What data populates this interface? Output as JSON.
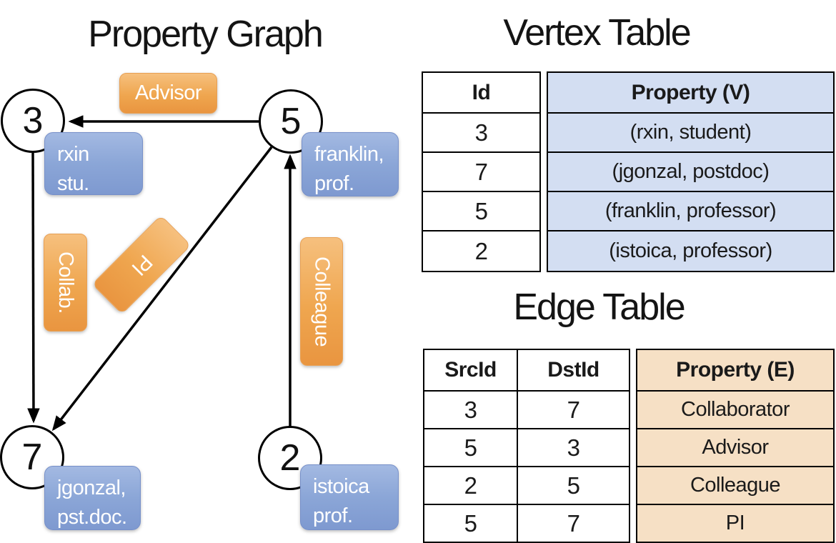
{
  "titles": {
    "property_graph": "Property Graph",
    "vertex_table": "Vertex Table",
    "edge_table": "Edge Table"
  },
  "colors": {
    "edge_label_fill": "#EFA64F",
    "vertex_label_fill": "#8BA6D7",
    "vertex_property_cell_bg": "#D3DEF2",
    "edge_property_cell_bg": "#F6E0C5",
    "line_color": "#000000"
  },
  "graph": {
    "nodes": [
      {
        "id": "3"
      },
      {
        "id": "5"
      },
      {
        "id": "7"
      },
      {
        "id": "2"
      }
    ],
    "vertex_labels": [
      {
        "line1": "rxin",
        "line2": "stu."
      },
      {
        "line1": "franklin,",
        "line2": "prof."
      },
      {
        "line1": "jgonzal,",
        "line2": "pst.doc."
      },
      {
        "line1": "istoica",
        "line2": "prof."
      }
    ],
    "edge_labels": [
      {
        "text": "Advisor"
      },
      {
        "text": "Collab."
      },
      {
        "text": "PI"
      },
      {
        "text": "Colleague"
      }
    ],
    "edges": [
      {
        "from": "5",
        "to": "3",
        "label": "Advisor"
      },
      {
        "from": "3",
        "to": "7",
        "label": "Collab."
      },
      {
        "from": "5",
        "to": "7",
        "label": "PI"
      },
      {
        "from": "2",
        "to": "5",
        "label": "Colleague"
      }
    ]
  },
  "vertex_table": {
    "columns": [
      "Id",
      "Property (V)"
    ],
    "rows": [
      [
        "3",
        "(rxin, student)"
      ],
      [
        "7",
        "(jgonzal, postdoc)"
      ],
      [
        "5",
        "(franklin, professor)"
      ],
      [
        "2",
        "(istoica, professor)"
      ]
    ]
  },
  "edge_table": {
    "columns": [
      "SrcId",
      "DstId",
      "Property (E)"
    ],
    "rows": [
      [
        "3",
        "7",
        "Collaborator"
      ],
      [
        "5",
        "3",
        "Advisor"
      ],
      [
        "2",
        "5",
        "Colleague"
      ],
      [
        "5",
        "7",
        "PI"
      ]
    ]
  }
}
